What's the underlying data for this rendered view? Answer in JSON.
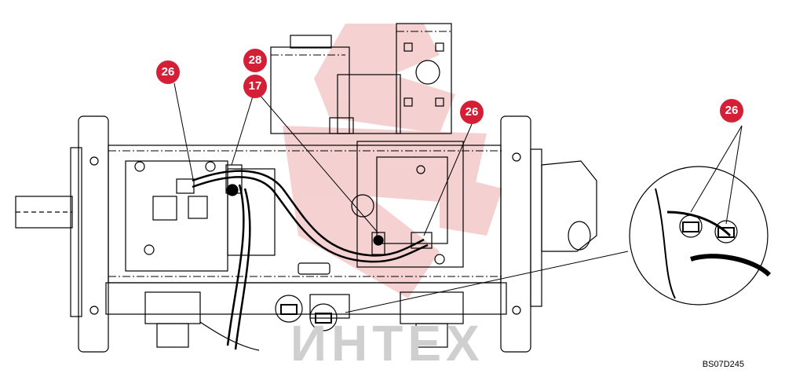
{
  "figure": {
    "code": "BS07D245",
    "watermark_text": "ИНТЕХ",
    "colors": {
      "callout": "#d51f36",
      "watermark": "#f3c6c6",
      "line": "#000000"
    }
  },
  "callouts": [
    {
      "id": "c1",
      "label": "26"
    },
    {
      "id": "c2",
      "label": "28"
    },
    {
      "id": "c3",
      "label": "17"
    },
    {
      "id": "c4",
      "label": "26"
    },
    {
      "id": "c5",
      "label": "26"
    }
  ]
}
